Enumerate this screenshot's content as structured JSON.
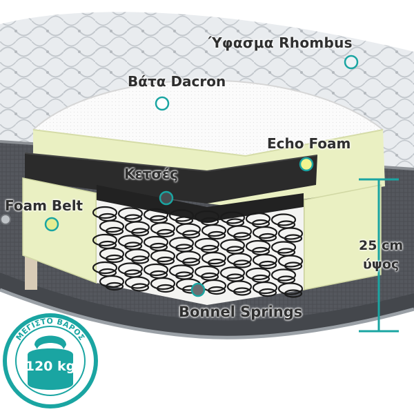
{
  "labels": {
    "fabric": "Ύφασμα Rhombus",
    "dacron": "Βάτα Dacron",
    "echo_foam": "Echo Foam",
    "felt": "Κετσές",
    "foam_belt": "Foam Belt",
    "springs": "Bonnel Springs"
  },
  "height": {
    "value": "25 cm",
    "label": "ύψος"
  },
  "weight_badge": {
    "title": "ΜΕΓΙΣΤΟ ΒΑΡΟΣ",
    "value": "120 kg"
  },
  "colors": {
    "accent": "#1c9e9b",
    "foam": "#eaf0c2",
    "felt": "#2b2b2b",
    "fabric_gray": "#575a60",
    "marker_foam": "#f2f58f",
    "marker_felt": "#484c50",
    "marker_fabric": "#eef2f5"
  }
}
